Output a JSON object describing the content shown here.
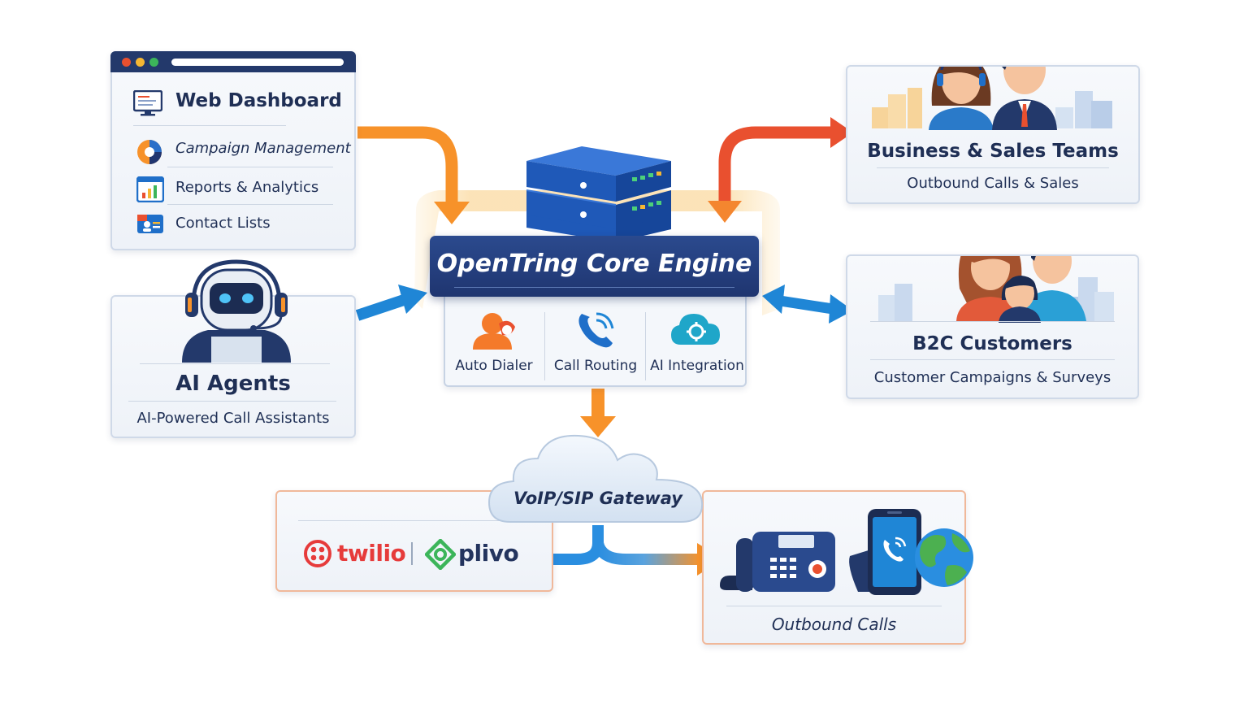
{
  "web_dashboard": {
    "title": "Web Dashboard",
    "items": [
      {
        "label": "Campaign Management",
        "icon": "pie-chart-icon"
      },
      {
        "label": "Reports & Analytics",
        "icon": "bar-chart-icon"
      },
      {
        "label": "Contact Lists",
        "icon": "contacts-icon"
      }
    ],
    "icon": "monitor-icon"
  },
  "ai_agents": {
    "title": "AI Agents",
    "subtitle": "AI-Powered Call Assistants",
    "icon": "robot-headset-icon"
  },
  "core_engine": {
    "title": "OpenTring Core Engine",
    "features": [
      {
        "label": "Auto Dialer",
        "icon": "person-icon"
      },
      {
        "label": "Call Routing",
        "icon": "phone-routing-icon"
      },
      {
        "label": "AI Integration",
        "icon": "cloud-gear-icon"
      }
    ],
    "icon": "server-stack-icon"
  },
  "business_teams": {
    "title": "Business & Sales Teams",
    "subtitle": "Outbound Calls & Sales",
    "icon": "business-people-icon"
  },
  "b2c_customers": {
    "title": "B2C Customers",
    "subtitle": "Customer Campaigns & Surveys",
    "icon": "family-icon"
  },
  "gateway": {
    "label": "VoIP/SIP Gateway",
    "icon": "cloud-icon"
  },
  "providers": {
    "twilio": "twilio",
    "plivo": "plivo"
  },
  "outbound": {
    "label": "Outbound Calls",
    "icons": [
      "desk-phone-icon",
      "smartphone-icon",
      "globe-icon"
    ]
  },
  "colors": {
    "navy": "#23396b",
    "orange": "#f7922a",
    "red_orange": "#e9502f",
    "blue": "#1f86d6",
    "card_border": "#cfd9e8"
  }
}
